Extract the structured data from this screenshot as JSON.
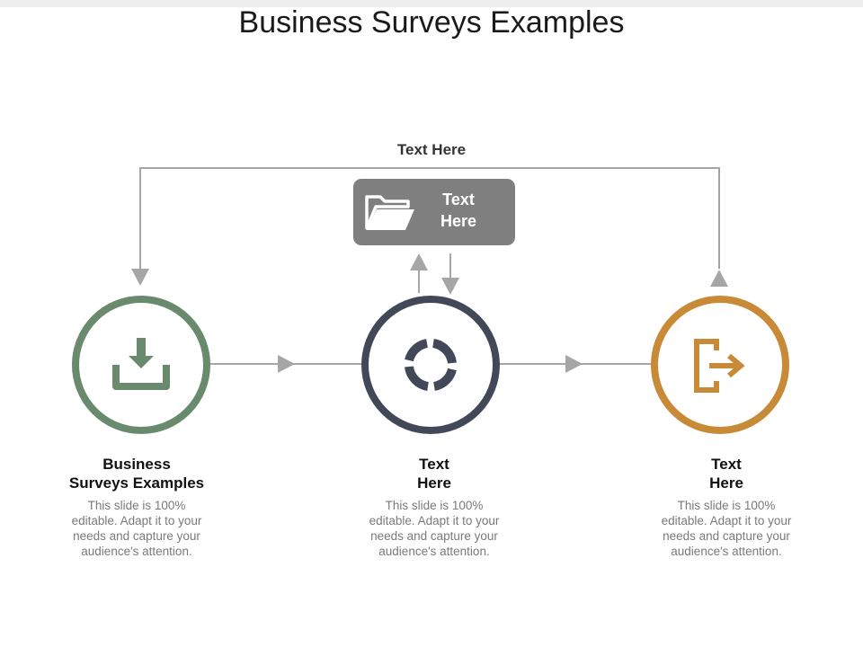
{
  "slide": {
    "title": "Business Surveys Examples",
    "top_label": "Text Here",
    "center_box": {
      "label_line1": "Text",
      "label_line2": "Here",
      "icon": "folder-open-icon"
    }
  },
  "steps": [
    {
      "heading_line1": "Business",
      "heading_line2": "Surveys Examples",
      "icon": "download-icon",
      "color": "#6a8a6e",
      "desc_lines": [
        "This slide is 100%",
        "editable. Adapt it to your",
        "needs and capture your",
        "audience's attention."
      ]
    },
    {
      "heading_line1": "Text",
      "heading_line2": "Here",
      "icon": "refresh-cycle-icon",
      "color": "#434859",
      "desc_lines": [
        "This slide is 100%",
        "editable. Adapt it to your",
        "needs and capture your",
        "audience's attention."
      ]
    },
    {
      "heading_line1": "Text",
      "heading_line2": "Here",
      "icon": "sign-out-icon",
      "color": "#c88a36",
      "desc_lines": [
        "This slide is 100%",
        "editable. Adapt it to your",
        "needs and capture your",
        "audience's attention."
      ]
    }
  ],
  "colors": {
    "connector": "#a6a6a6",
    "box": "#7f7f7f"
  }
}
